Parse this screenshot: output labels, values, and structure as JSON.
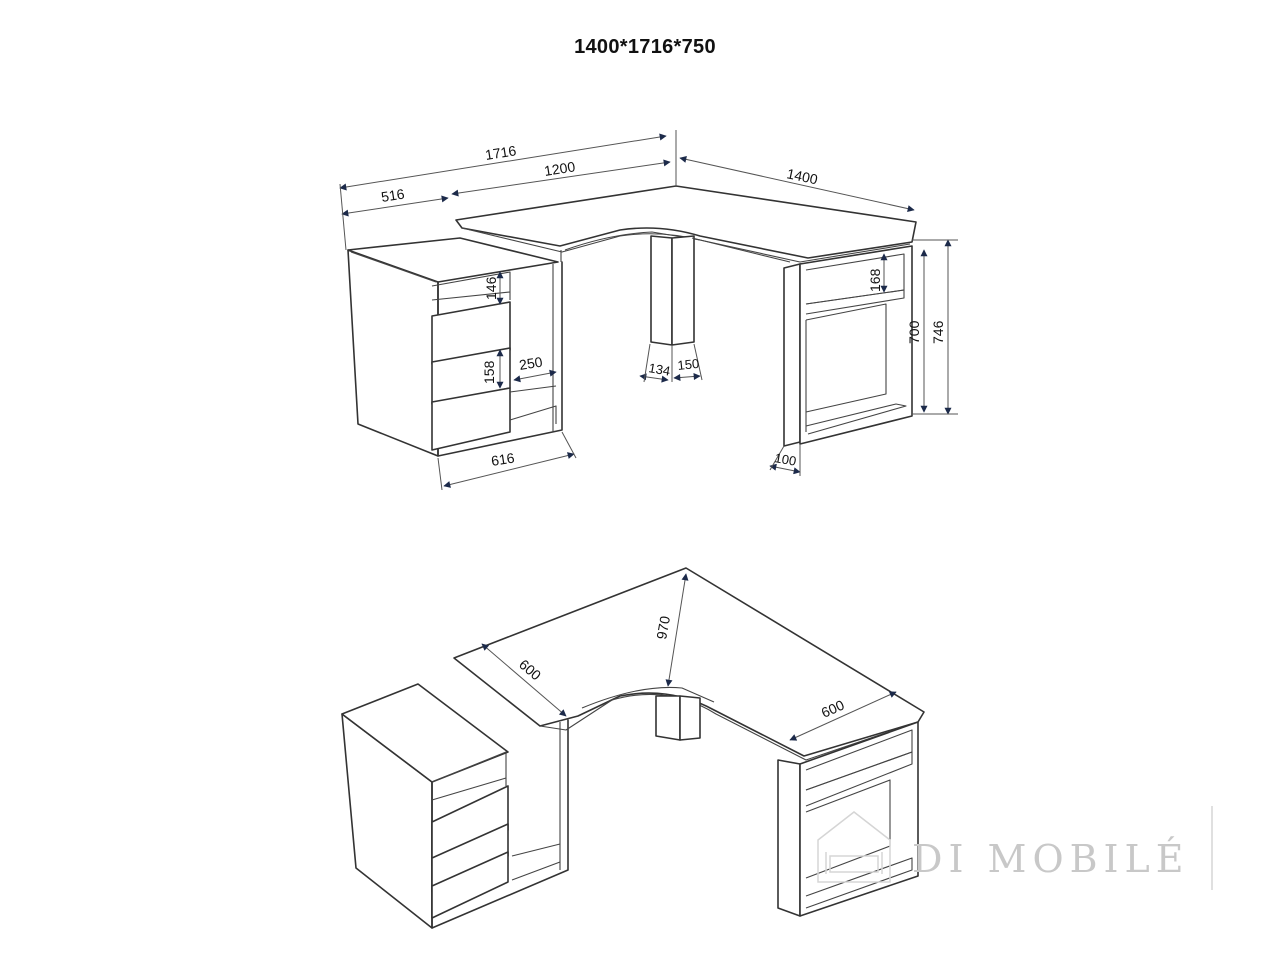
{
  "title": "1400*1716*750",
  "colors": {
    "line": "#333333",
    "arrow": "#1c2a4a",
    "watermark": "#c8c8c8"
  },
  "top_view_dimensions": {
    "total_width": "1716",
    "desk_width": "1200",
    "cabinet_offset": "516",
    "return_length": "1400",
    "cabinet_width": "616",
    "open_shelf_height": "146",
    "drawer_height": "158",
    "niche_width": "250",
    "leg_depth": "134",
    "leg_width": "150",
    "shelf_height": "168",
    "leg_height": "700",
    "total_height": "746",
    "panel_thickness": "100"
  },
  "bottom_view_dimensions": {
    "left_depth": "600",
    "diagonal_depth": "970",
    "right_depth": "600"
  },
  "watermark": {
    "icon": "house-sofa-icon",
    "text": "DI MOBILÉ"
  }
}
